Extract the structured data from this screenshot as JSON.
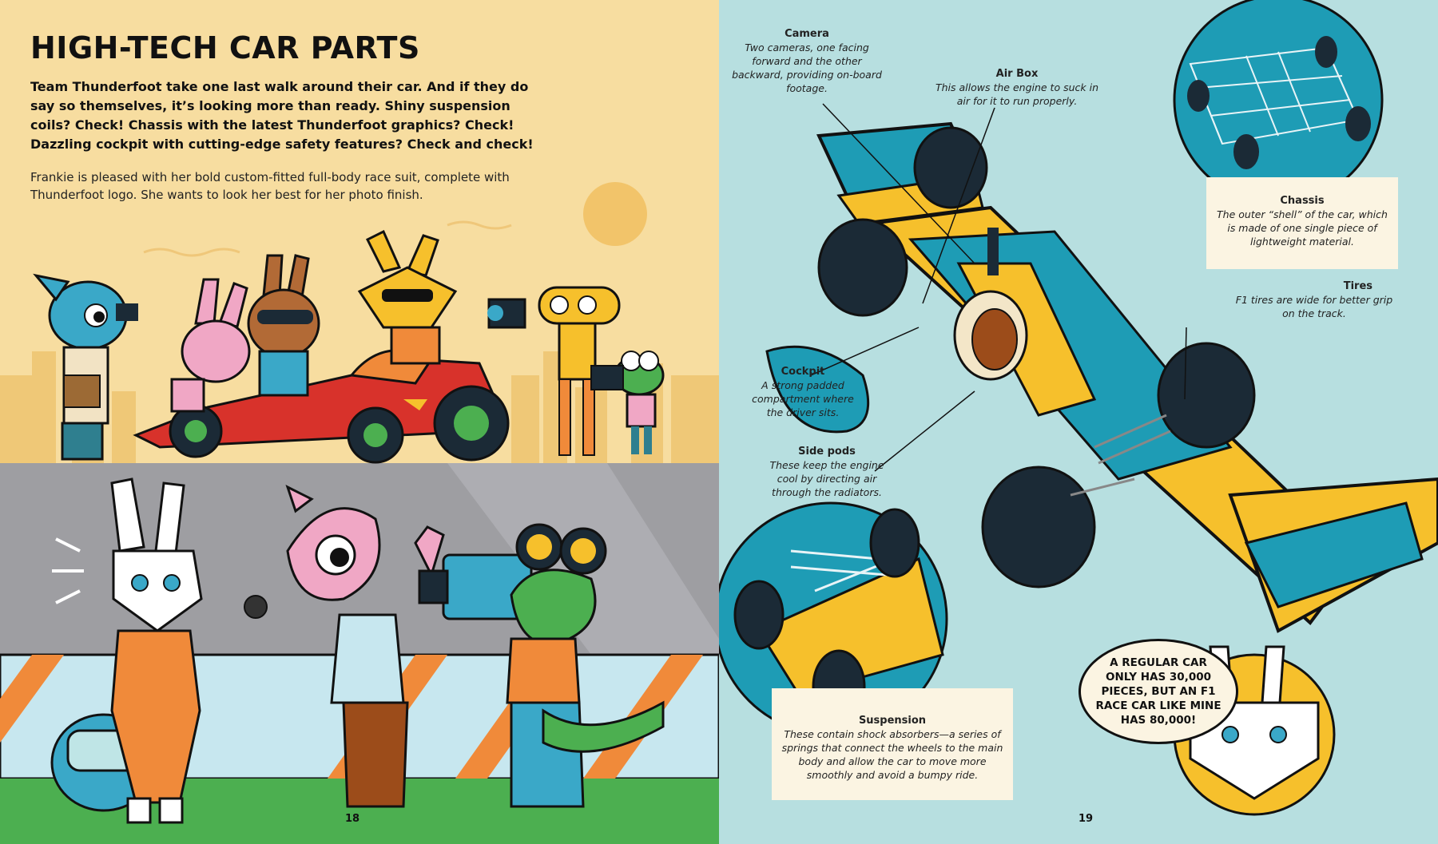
{
  "left_page": {
    "heading": "HIGH-TECH CAR PARTS",
    "intro": "Team Thunderfoot take one last walk around their car. And if they do say so themselves, it’s looking more than ready. Shiny suspension coils? Check! Chassis with the latest Thunderfoot graphics? Check! Dazzling cockpit with cutting-edge safety features? Check and check!",
    "caption": "Frankie is pleased with her bold custom-fitted full-body race suit, complete with Thunderfoot logo. She wants to look her best for her photo finish.",
    "page_number": "18"
  },
  "right_page": {
    "labels": {
      "camera": {
        "title": "Camera",
        "desc": "Two cameras, one facing forward and the other backward, providing on-board footage."
      },
      "air_box": {
        "title": "Air Box",
        "desc": "This allows the engine to suck in air for it to run properly."
      },
      "chassis": {
        "title": "Chassis",
        "desc": "The outer “shell” of the car, which is made of one single piece of lightweight material."
      },
      "tires": {
        "title": "Tires",
        "desc": "F1 tires are wide for better grip on the track."
      },
      "cockpit": {
        "title": "Cockpit",
        "desc": "A strong padded compartment where the driver sits."
      },
      "side_pods": {
        "title": "Side pods",
        "desc": "These keep the engine cool by directing air through the radiators."
      },
      "suspension": {
        "title": "Suspension",
        "desc": "These contain shock absorbers—a series of springs that connect the wheels to the main body and allow the car to move more smoothly and avoid a bumpy ride."
      }
    },
    "speech_bubble": "A REGULAR CAR ONLY HAS 30,000 PIECES, BUT AN F1 RACE CAR LIKE MINE HAS 80,000!",
    "page_number": "19"
  },
  "colors": {
    "sky": "#f7dda0",
    "sun": "#f2c46a",
    "teal_bg": "#b7dfe0",
    "car_yellow": "#f6c02c",
    "car_teal": "#1e9cb5",
    "car_red": "#d8322b",
    "tire": "#1b2a36",
    "card": "#fbf4e2"
  }
}
